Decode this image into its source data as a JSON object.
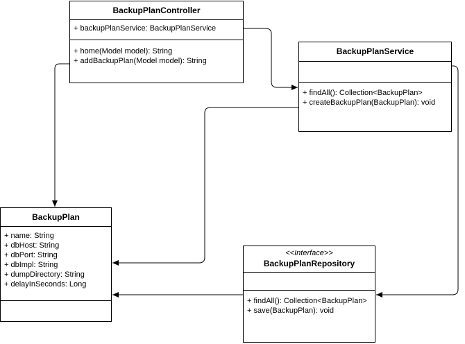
{
  "classes": {
    "controller": {
      "name": "BackupPlanController",
      "attributes": [
        "+ backupPlanService: BackupPlanService"
      ],
      "operations": [
        "+ home(Model model): String",
        "+ addBackupPlan(Model model): String"
      ]
    },
    "service": {
      "name": "BackupPlanService",
      "attributes": [],
      "operations": [
        "+ findAll(): Collection<BackupPlan>",
        "+ createBackupPlan(BackupPlan): void"
      ]
    },
    "plan": {
      "name": "BackupPlan",
      "attributes": [
        "+ name: String",
        "+ dbHost: String",
        "+ dbPort: String",
        "+ dbImpl: String",
        "+ dumpDirectory: String",
        "+ delayInSeconds: Long"
      ],
      "operations": []
    },
    "repository": {
      "stereotype": "<<Interface>>",
      "name": "BackupPlanRepository",
      "attributes": [],
      "operations": [
        "+ findAll(): Collection<BackupPlan>",
        "+ save(BackupPlan): void"
      ]
    }
  }
}
